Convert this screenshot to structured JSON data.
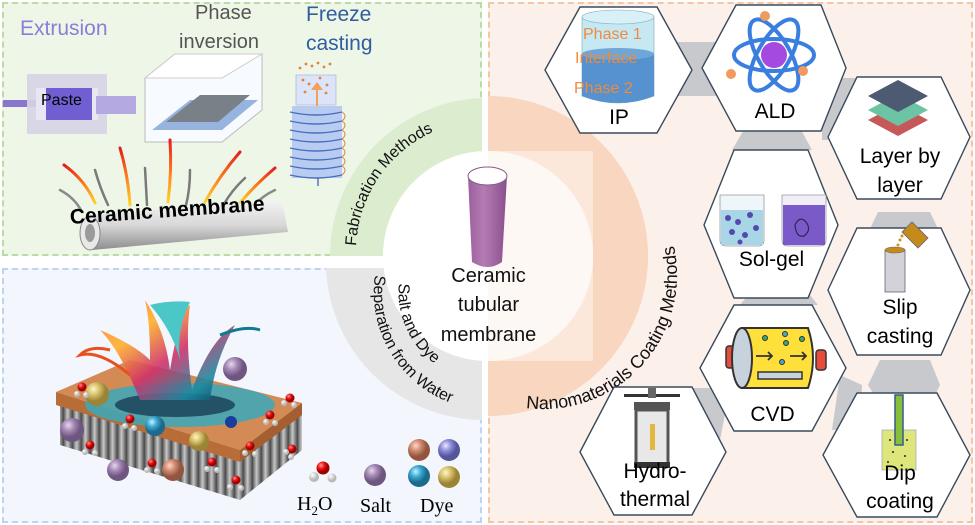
{
  "fabrication": {
    "extrusion_label": "Extrusion",
    "paste_label": "Paste",
    "phase_inversion_label_1": "Phase",
    "phase_inversion_label_2": "inversion",
    "freeze_casting_label_1": "Freeze",
    "freeze_casting_label_2": "casting",
    "ceramic_membrane_label": "Ceramic membrane"
  },
  "center": {
    "title_1": "Ceramic",
    "title_2": "tubular",
    "title_3": "membrane",
    "ring_fabrication": "Fabrication Methods",
    "ring_separation_1": "Salt and Dye",
    "ring_separation_2": "Separation from Water",
    "ring_coating": "Nanomaterials Coating Methods"
  },
  "separation": {
    "legend": [
      {
        "label": "H2O",
        "sub": "2"
      },
      {
        "label": "Salt"
      },
      {
        "label": "Dye"
      }
    ],
    "h2o_main": "H",
    "h2o_sub": "2",
    "h2o_tail": "O",
    "salt": "Salt",
    "dye": "Dye"
  },
  "coating": {
    "methods": [
      {
        "id": "ip",
        "label_1": "IP",
        "label_2": ""
      },
      {
        "id": "ald",
        "label_1": "ALD",
        "label_2": ""
      },
      {
        "id": "lbl",
        "label_1": "Layer by",
        "label_2": "layer"
      },
      {
        "id": "solgel",
        "label_1": "Sol-gel",
        "label_2": ""
      },
      {
        "id": "slip",
        "label_1": "Slip",
        "label_2": "casting"
      },
      {
        "id": "cvd",
        "label_1": "CVD",
        "label_2": ""
      },
      {
        "id": "hydro",
        "label_1": "Hydro-",
        "label_2": "thermal"
      },
      {
        "id": "dip",
        "label_1": "Dip",
        "label_2": "coating"
      }
    ],
    "ip_phase1": "Phase 1",
    "ip_interface": "Interface",
    "ip_phase2": "Phase 2"
  },
  "colors": {
    "fab_panel": "#eef6e8",
    "sep_panel": "#f3f7fd",
    "coat_panel": "#fcf0ea",
    "fab_ring": "#dcedcf",
    "sep_ring": "#e6e6e6",
    "coat_ring": "#f8d6bf",
    "extrusion_text": "#8a7fd6",
    "freeze_text": "#2f5e9e",
    "phase_text": "#555555",
    "ip_text": "#f08a3c",
    "hex_border": "#3a4a5c",
    "connector": "#c8c9cc"
  }
}
